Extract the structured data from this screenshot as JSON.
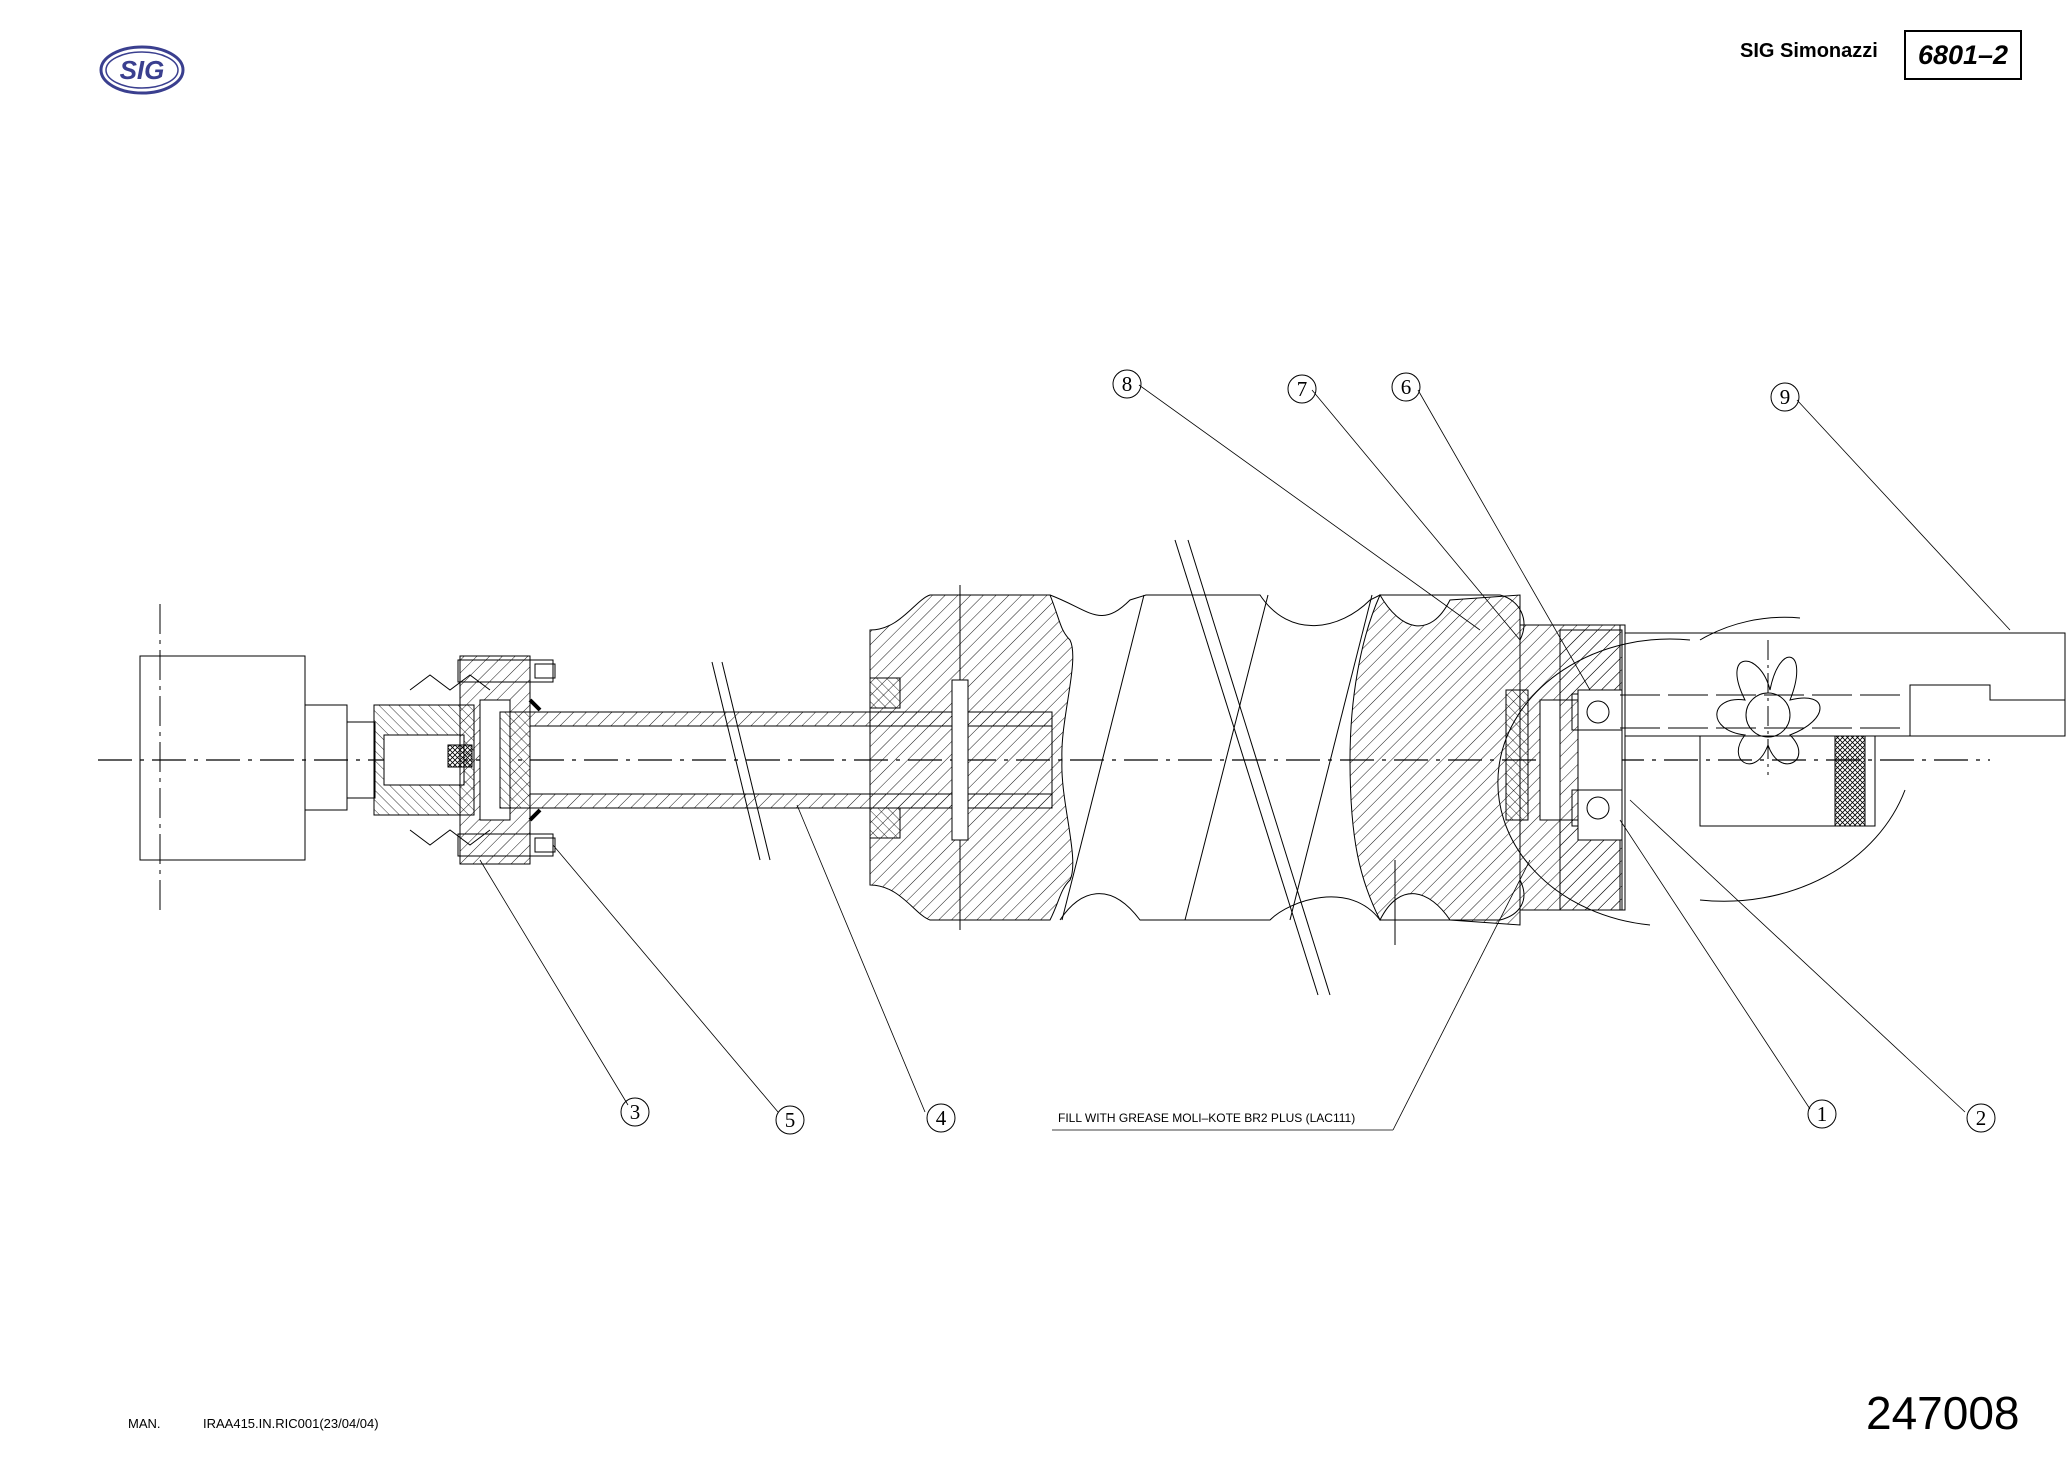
{
  "header": {
    "logo_text": "SIG",
    "brand": "SIG Simonazzi",
    "code": "6801–2"
  },
  "drawing": {
    "note": "FILL WITH GREASE MOLI–KOTE BR2 PLUS (LAC111)",
    "balloons": [
      "1",
      "2",
      "3",
      "4",
      "5",
      "6",
      "7",
      "8",
      "9"
    ]
  },
  "footer": {
    "label": "MAN.",
    "reference": "IRAA415.IN.RIC001(23/04/04)",
    "drawing_number": "247008"
  },
  "colors": {
    "logo": "#3a3f8f",
    "line": "#000000"
  }
}
